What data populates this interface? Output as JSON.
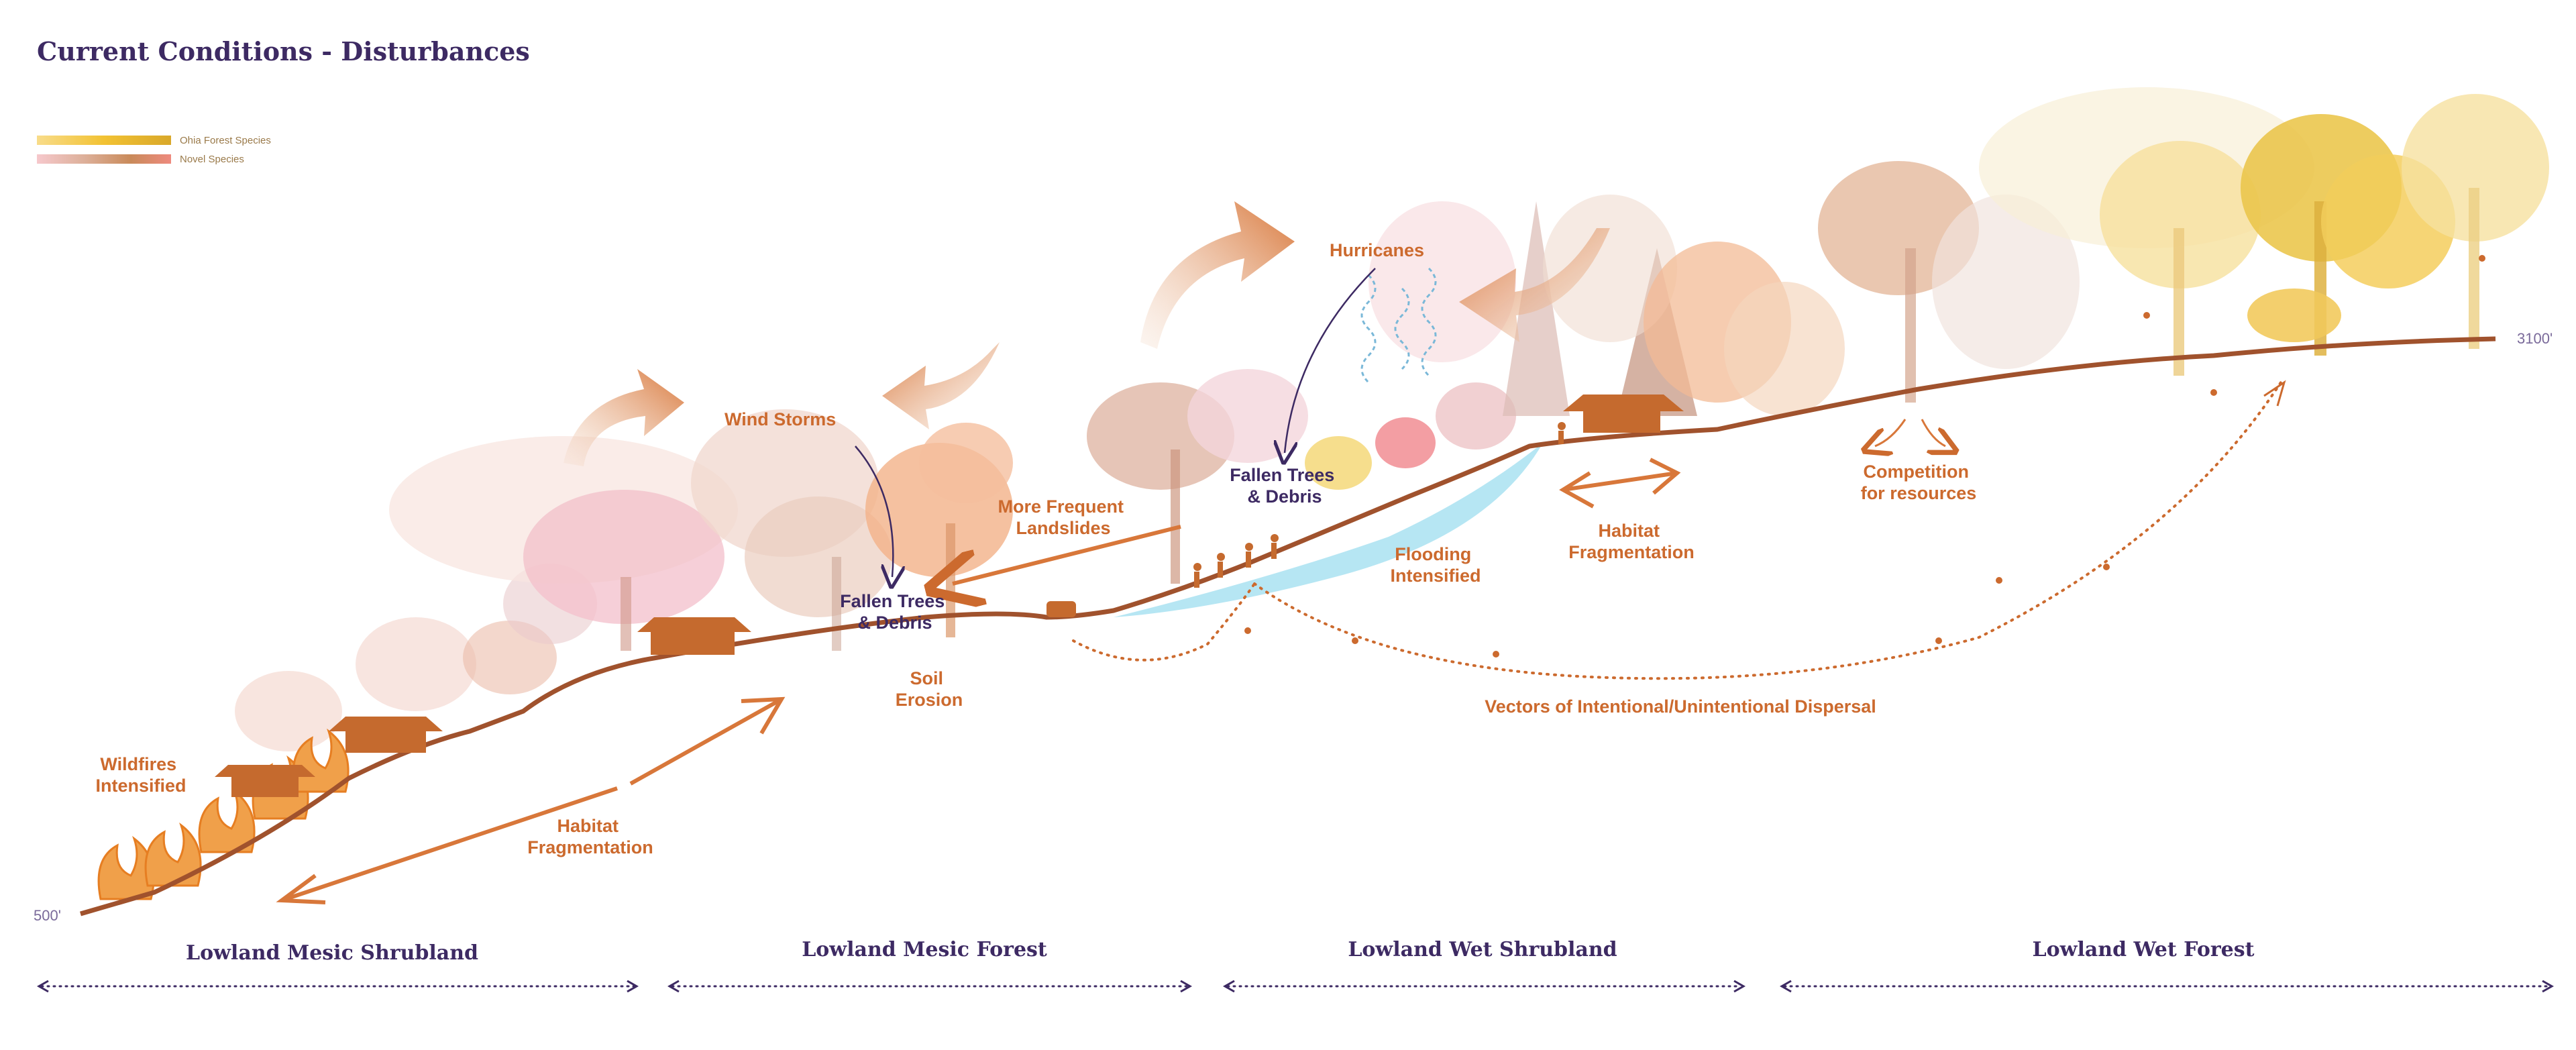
{
  "title": "Current Conditions - Disturbances",
  "legend": [
    {
      "label": "Ohia Forest Species",
      "colors": [
        "#f7d774",
        "#f2c04a",
        "#e8b21e",
        "#d9a82a"
      ]
    },
    {
      "label": "Novel Species",
      "colors": [
        "#f6c3c8",
        "#d8a08a",
        "#c98a5a",
        "#e88a7a"
      ]
    }
  ],
  "elevation": {
    "low": "500'",
    "high": "3100'"
  },
  "labels": {
    "wildfires": [
      "Wildfires",
      "Intensified"
    ],
    "habitat_frag_left": [
      "Habitat",
      "Fragmentation"
    ],
    "wind_storms": "Wind Storms",
    "fallen_left": [
      "Fallen Trees",
      "& Debris"
    ],
    "landslides": [
      "More Frequent",
      "Landslides"
    ],
    "soil_erosion": [
      "Soil",
      "Erosion"
    ],
    "hurricanes": "Hurricanes",
    "fallen_right": [
      "Fallen Trees",
      "& Debris"
    ],
    "flooding": [
      "Flooding",
      "Intensified"
    ],
    "habitat_frag_right": [
      "Habitat",
      "Fragmentation"
    ],
    "competition": [
      "Competition",
      "for resources"
    ],
    "vectors": "Vectors of Intentional/Unintentional Dispersal"
  },
  "zones": [
    "Lowland Mesic Shrubland",
    "Lowland Mesic Forest",
    "Lowland Wet Shrubland",
    "Lowland Wet Forest"
  ],
  "colors": {
    "accent": "#cc6a2e",
    "purple": "#3d2a63",
    "ground": "#a0522d",
    "water": "#aee3f2"
  }
}
